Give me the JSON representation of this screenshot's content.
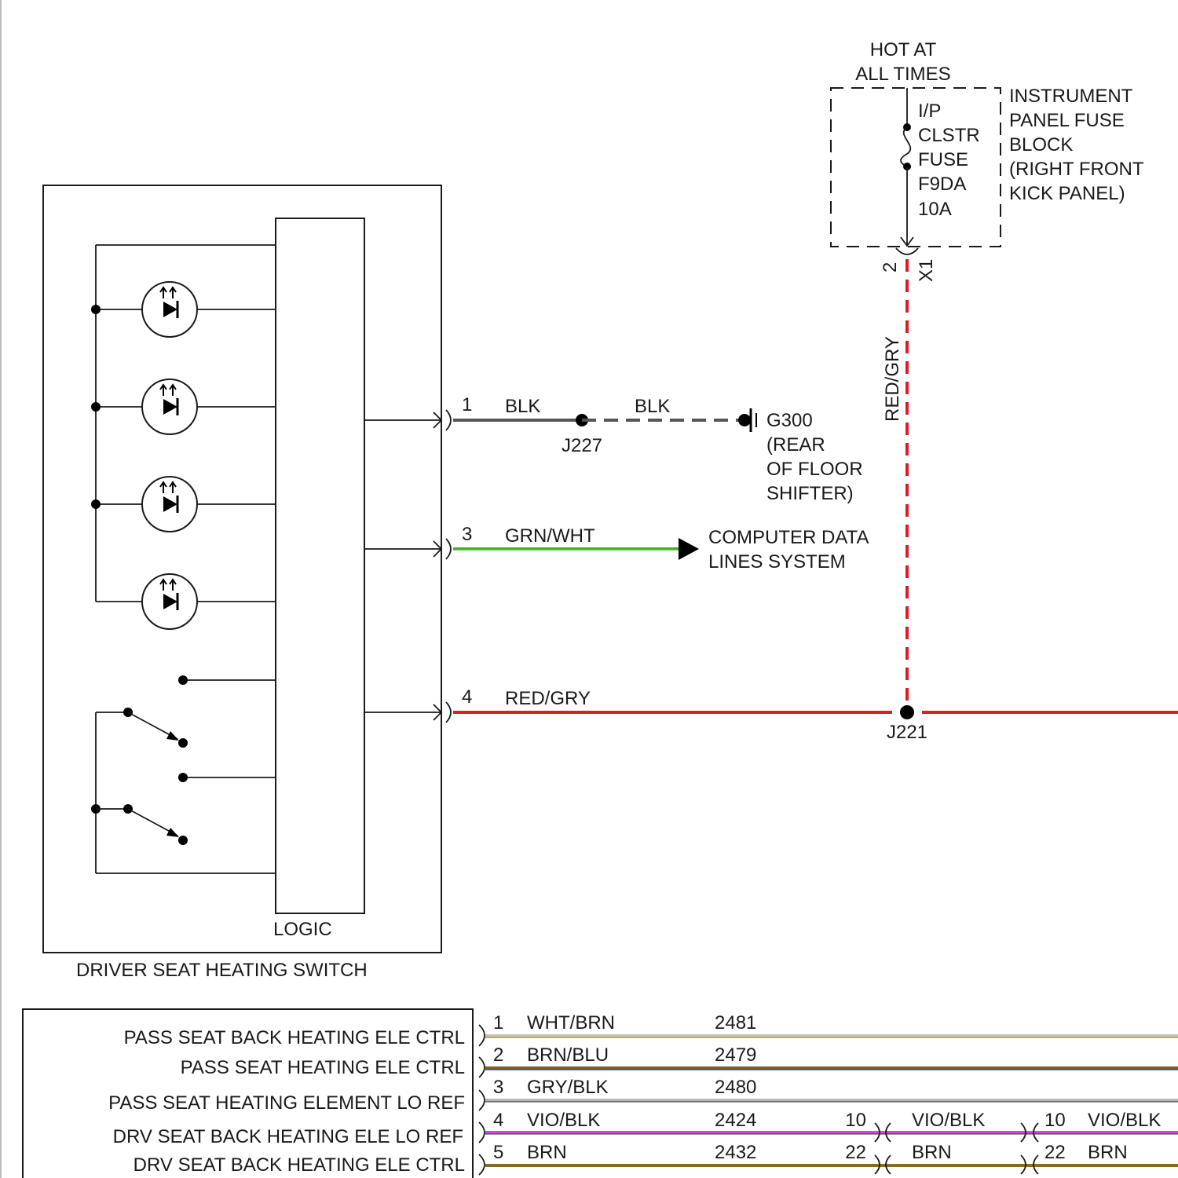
{
  "fuse_block": {
    "hot_label": [
      "HOT AT",
      "ALL TIMES"
    ],
    "fuse_label": [
      "I/P",
      "CLSTR",
      "FUSE",
      "F9DA",
      "10A"
    ],
    "block_label": [
      "INSTRUMENT",
      "PANEL FUSE",
      "BLOCK",
      "(RIGHT FRONT",
      "KICK PANEL)"
    ],
    "connector_pin": "2",
    "connector_id": "X1"
  },
  "switch": {
    "title": "DRIVER SEAT HEATING SWITCH",
    "logic_label": "LOGIC"
  },
  "circuits": {
    "pin1": {
      "pin": "1",
      "wire_a": "BLK",
      "splice": "J227",
      "wire_b": "BLK"
    },
    "ground": {
      "id": "G300",
      "location": [
        "(REAR",
        "OF FLOOR",
        "SHIFTER)"
      ]
    },
    "pin3": {
      "pin": "3",
      "wire": "GRN/WHT",
      "destination": [
        "COMPUTER DATA",
        "LINES SYSTEM"
      ]
    },
    "pin4": {
      "pin": "4",
      "wire": "RED/GRY",
      "splice": "J221"
    },
    "vertical_wire": "RED/GRY"
  },
  "module_table": {
    "rows": [
      {
        "function": "PASS SEAT BACK HEATING ELE CTRL",
        "pin": "1",
        "wire": "WHT/BRN",
        "circuit": "2481"
      },
      {
        "function": "PASS SEAT HEATING ELE CTRL",
        "pin": "2",
        "wire": "BRN/BLU",
        "circuit": "2479"
      },
      {
        "function": "PASS SEAT HEATING ELEMENT LO REF",
        "pin": "3",
        "wire": "GRY/BLK",
        "circuit": "2480"
      },
      {
        "function": "DRV SEAT BACK HEATING ELE LO REF",
        "pin": "4",
        "wire": "VIO/BLK",
        "circuit": "2424",
        "c1_pin": "10",
        "c1_wire": "VIO/BLK",
        "c2_pin": "10",
        "c2_wire": "VIO/BLK"
      },
      {
        "function": "DRV SEAT BACK HEATING ELE CTRL",
        "pin": "5",
        "wire": "BRN",
        "circuit": "2432",
        "c1_pin": "22",
        "c1_wire": "BRN",
        "c2_pin": "22",
        "c2_wire": "BRN"
      }
    ]
  },
  "colors": {
    "blk": "#555555",
    "grn_wht": "#3db31d",
    "red_gry": "#dd1c2a",
    "wht_brn_main": "#c8c8aa",
    "brn_blu_main": "#7a5f2a",
    "brn_blu_stripe": "#3c3cb0",
    "gry_blk": "#b5b5b5",
    "vio_blk": "#e040e0",
    "brn": "#8a6a22"
  }
}
